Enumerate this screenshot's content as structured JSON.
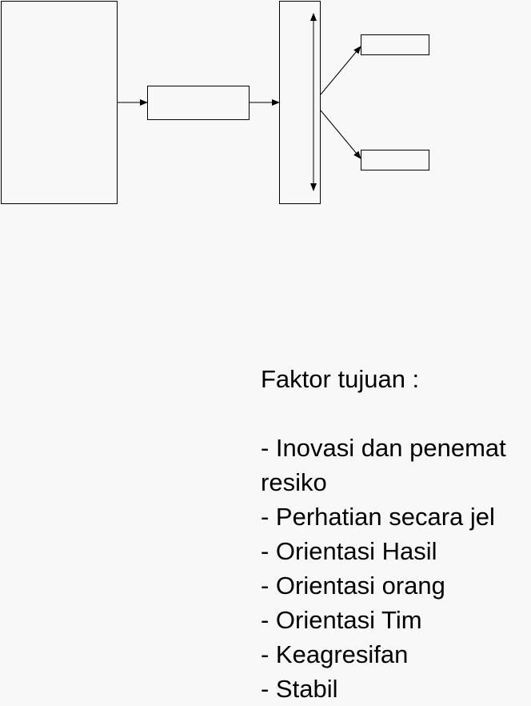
{
  "colors": {
    "background": "#f8f8f8",
    "stroke": "#000000",
    "text": "#000000"
  },
  "text_block": {
    "heading": "Faktor tujuan :",
    "items": [
      "- Inovasi dan penemat",
      "resiko",
      "- Perhatian secara jel",
      "- Orientasi Hasil",
      "- Orientasi orang",
      "- Orientasi Tim",
      "- Keagresifan",
      "- Stabil"
    ]
  }
}
